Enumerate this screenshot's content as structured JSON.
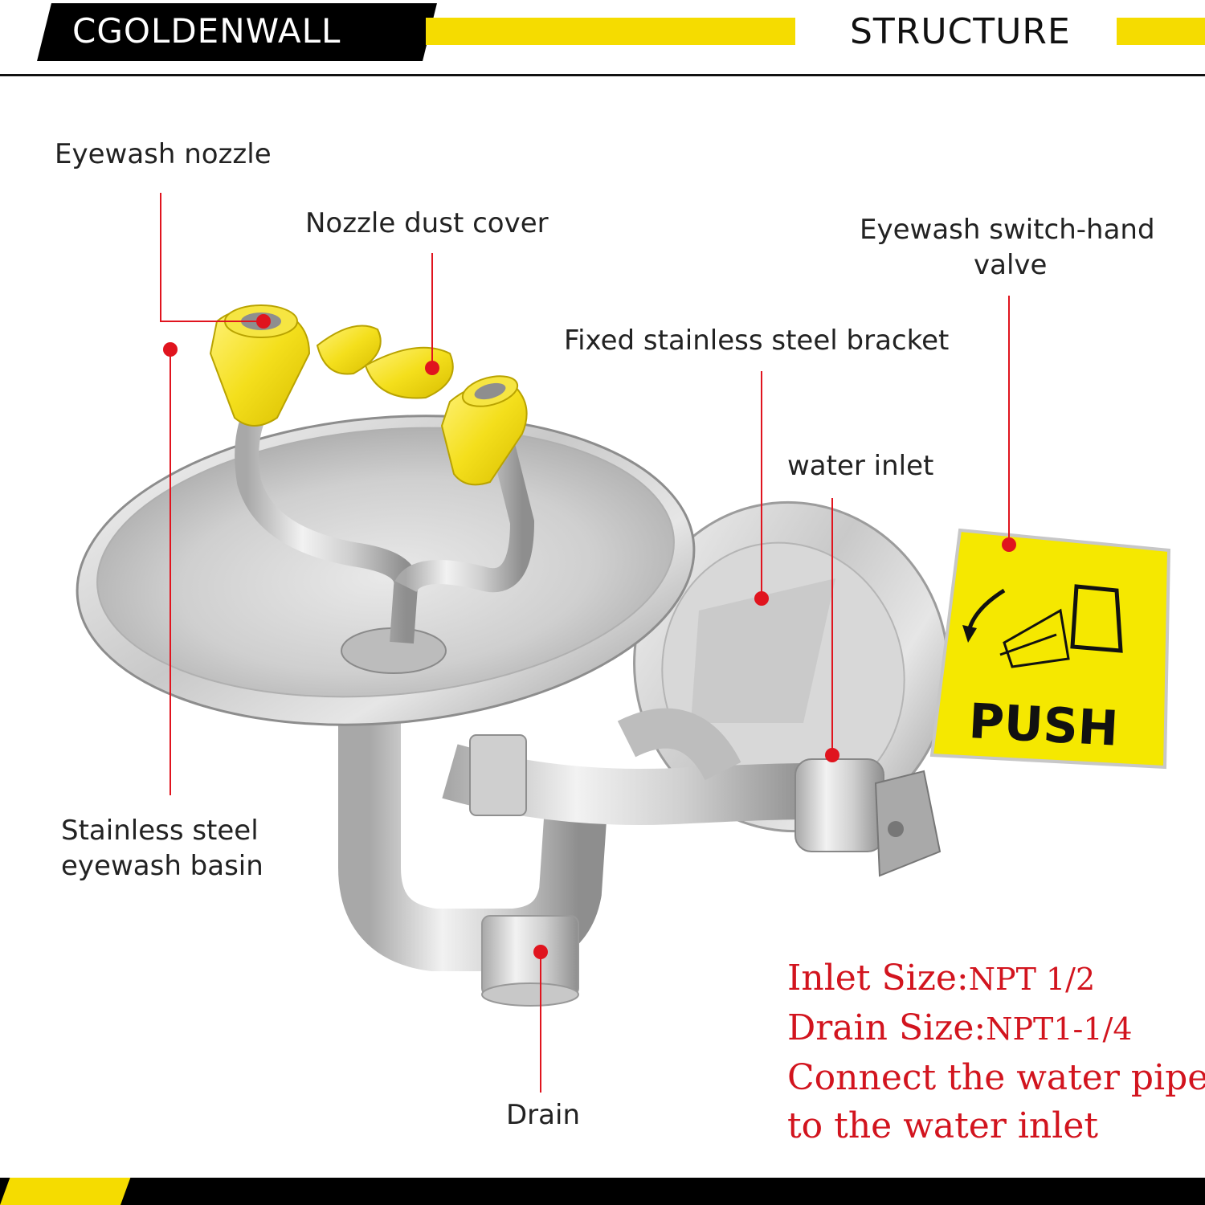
{
  "header": {
    "brand": "CGOLDENWALL",
    "section_title": "STRUCTURE"
  },
  "labels": {
    "eyewash_nozzle": "Eyewash nozzle",
    "nozzle_dust_cover": "Nozzle dust cover",
    "switch_valve_line1": "Eyewash switch-hand",
    "switch_valve_line2": "valve",
    "fixed_bracket": "Fixed stainless steel bracket",
    "water_inlet": "water inlet",
    "basin_line1": "Stainless steel",
    "basin_line2": "eyewash basin",
    "drain": "Drain"
  },
  "sign": {
    "text": "PUSH"
  },
  "specs": {
    "inlet_label": "Inlet Size:",
    "inlet_value": "NPT 1/2",
    "drain_label": "Drain Size:",
    "drain_value": "NPT1-1/4",
    "note_line1": "Connect the water pipe",
    "note_line2": "to the water inlet"
  },
  "colors": {
    "accent_yellow": "#f5dc00",
    "callout_red": "#e0141e",
    "spec_red": "#d2141e"
  }
}
